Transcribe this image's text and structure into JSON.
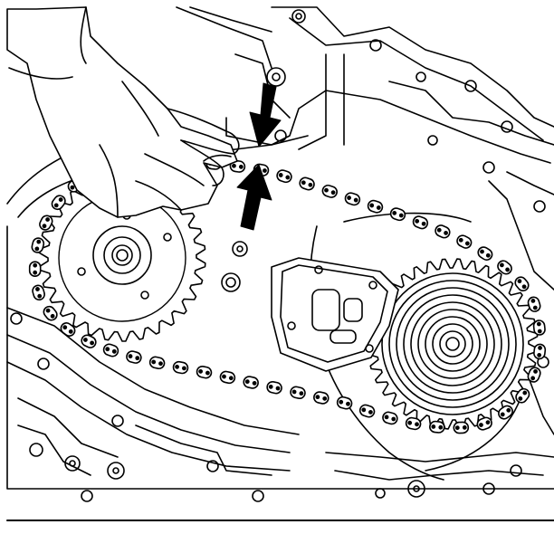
{
  "figure": {
    "labels": [],
    "colors": {
      "ink": "#000000",
      "paper": "#ffffff"
    },
    "arrows": [
      {
        "icon": "arrow-down-icon",
        "meaning": "press"
      },
      {
        "icon": "arrow-up-icon",
        "meaning": "press"
      }
    ],
    "sprockets": [
      {
        "name": "drive-sprocket",
        "teeth": 30
      },
      {
        "name": "driven-sprocket",
        "teeth": 36
      }
    ],
    "chain": {
      "links": 52
    }
  }
}
